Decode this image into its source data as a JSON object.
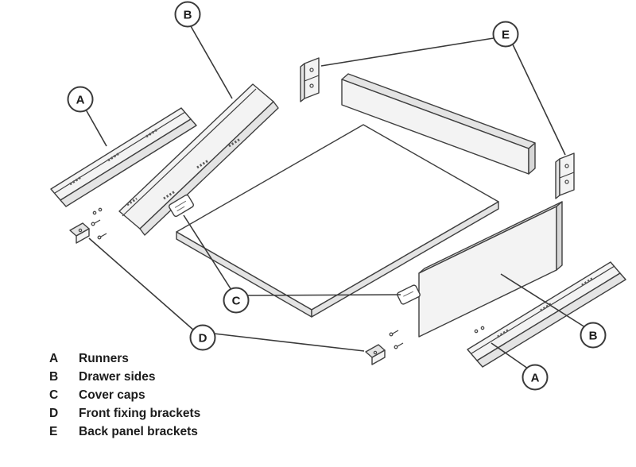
{
  "diagram": {
    "callouts": {
      "b_top": "B",
      "e_top": "E",
      "a_left": "A",
      "c": "C",
      "d": "D",
      "b_right": "B",
      "a_bottom": "A"
    },
    "legend": {
      "items": [
        {
          "key": "A",
          "label": "Runners"
        },
        {
          "key": "B",
          "label": "Drawer sides"
        },
        {
          "key": "C",
          "label": "Cover caps"
        },
        {
          "key": "D",
          "label": "Front fixing brackets"
        },
        {
          "key": "E",
          "label": "Back panel brackets"
        }
      ]
    },
    "colors": {
      "line": "#3f3f3f",
      "text": "#1c1c1c",
      "background": "#ffffff"
    }
  }
}
